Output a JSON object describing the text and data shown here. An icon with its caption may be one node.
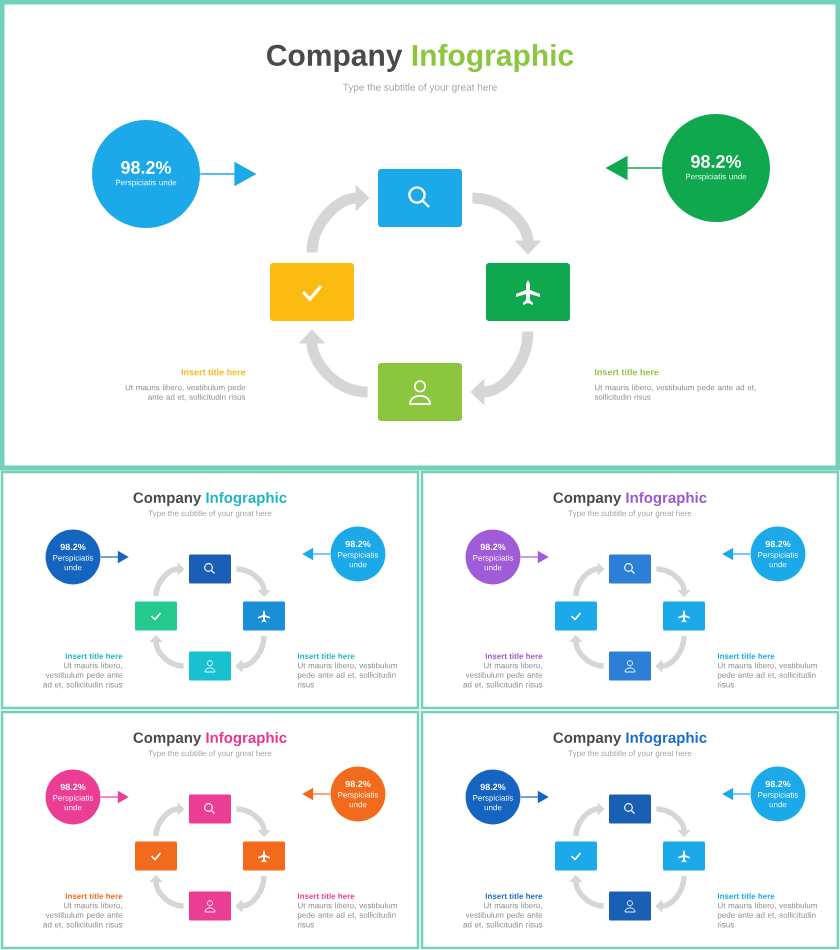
{
  "diagram": {
    "nodes": [
      {
        "text": [
          "98.2%",
          "Perspiciatis unde"
        ]
      },
      {
        "text": [
          "98.2%",
          "Perspiciatis unde"
        ]
      },
      {
        "text": [],
        "shape": "box"
      },
      {
        "text": [],
        "shape": "box"
      },
      {
        "text": [],
        "shape": "box"
      },
      {
        "text": [],
        "shape": "box"
      },
      {
        "text": [
          "98.2%",
          "Perspiciatis unde"
        ]
      },
      {
        "text": [
          "98.2%",
          "Perspiciatis unde"
        ]
      },
      {
        "text": [],
        "shape": "box"
      },
      {
        "text": [],
        "shape": "box"
      },
      {
        "text": [],
        "shape": "box"
      },
      {
        "text": [],
        "shape": "box"
      },
      {
        "text": [
          "98.2%",
          "Perspiciatis unde"
        ]
      },
      {
        "text": [
          "98.2%",
          "Perspiciatis unde"
        ]
      },
      {
        "text": [],
        "shape": "box"
      },
      {
        "text": [],
        "shape": "box"
      },
      {
        "text": [],
        "shape": "box"
      },
      {
        "text": [],
        "shape": "box"
      },
      {
        "text": [
          "98.2%",
          "Perspiciatis unde"
        ]
      },
      {
        "text": [
          "98.2%",
          "Perspiciatis unde"
        ]
      },
      {
        "text": [],
        "shape": "box"
      },
      {
        "text": [],
        "shape": "box"
      },
      {
        "text": [],
        "shape": "box"
      },
      {
        "text": [],
        "shape": "box"
      },
      {
        "text": [
          "98.2%",
          "Perspiciatis unde"
        ]
      },
      {
        "text": [
          "98.2%",
          "Perspiciatis unde"
        ]
      },
      {
        "text": [],
        "shape": "box"
      },
      {
        "text": [],
        "shape": "box"
      },
      {
        "text": [],
        "shape": "box"
      },
      {
        "text": [],
        "shape": "box"
      }
    ],
    "edges": [
      {
        "from": 0,
        "to": null,
        "arrow": "to",
        "color": "#1ba9e9"
      },
      {
        "from": 1,
        "to": null,
        "arrow": "to",
        "color": "#0fa84e"
      },
      {
        "from": 2,
        "to": 4,
        "arrow": "to",
        "style": "thick"
      },
      {
        "from": 4,
        "to": 5,
        "arrow": "to",
        "style": "thick"
      },
      {
        "from": 5,
        "to": 3,
        "arrow": "to",
        "style": "thick"
      },
      {
        "from": 3,
        "to": 2,
        "arrow": "to",
        "style": "thick"
      },
      {
        "from": 6,
        "to": null,
        "arrow": "to",
        "color": "#1565c0"
      },
      {
        "from": 7,
        "to": null,
        "arrow": "to",
        "color": "#1ba9e9"
      },
      {
        "from": 8,
        "to": 10,
        "arrow": "to"
      },
      {
        "from": 10,
        "to": 11,
        "arrow": "to"
      },
      {
        "from": 11,
        "to": 9,
        "arrow": "to"
      },
      {
        "from": 9,
        "to": 8,
        "arrow": "to"
      },
      {
        "from": 12,
        "to": null,
        "arrow": "to",
        "color": "#a05cd8"
      },
      {
        "from": 13,
        "to": null,
        "arrow": "to",
        "color": "#1ba9e9"
      },
      {
        "from": 14,
        "to": 16,
        "arrow": "to"
      },
      {
        "from": 16,
        "to": 17,
        "arrow": "to"
      },
      {
        "from": 17,
        "to": 15,
        "arrow": "to"
      },
      {
        "from": 15,
        "to": 14,
        "arrow": "to"
      },
      {
        "from": 18,
        "to": null,
        "arrow": "to",
        "color": "#ec3d95"
      },
      {
        "from": 19,
        "to": null,
        "arrow": "to",
        "color": "#f26b1d"
      },
      {
        "from": 20,
        "to": 22,
        "arrow": "to"
      },
      {
        "from": 22,
        "to": 23,
        "arrow": "to"
      },
      {
        "from": 23,
        "to": 21,
        "arrow": "to"
      },
      {
        "from": 21,
        "to": 20,
        "arrow": "to"
      },
      {
        "from": 24,
        "to": null,
        "arrow": "to",
        "color": "#1565c0"
      },
      {
        "from": 25,
        "to": null,
        "arrow": "to",
        "color": "#1ba9e9"
      },
      {
        "from": 26,
        "to": 28,
        "arrow": "to"
      },
      {
        "from": 28,
        "to": 29,
        "arrow": "to"
      },
      {
        "from": 29,
        "to": 27,
        "arrow": "to"
      },
      {
        "from": 27,
        "to": 26,
        "arrow": "to"
      }
    ],
    "labels": [
      "Company",
      "Infographic",
      "Type the subtitle of your great here",
      "Insert title here",
      "Ut mauris libero, vestibulum pede ante ad et, sollicitudin risus",
      "Insert title here",
      "Ut mauris libero, vestibulum pede ante ad et, sollicitudin risus",
      "Company",
      "Infographic",
      "Type the subtitle of your great here",
      "Insert title here",
      "Ut mauris libero, vestibulum pede ante ad et, sollicitudin risus",
      "Insert title here",
      "Ut mauris libero, vestibulum pede ante ad et, sollicitudin risus",
      "Company",
      "Infographic",
      "Type the subtitle of your great here",
      "Insert title here",
      "Ut mauris libero, vestibulum pede ante ad et, sollicitudin risus",
      "Insert title here",
      "Ut mauris libero, vestibulum pede ante ad et, sollicitudin risus",
      "Company",
      "Infographic",
      "Type the subtitle of your great here",
      "Insert title here",
      "Ut mauris libero, vestibulum pede ante ad et, sollicitudin risus",
      "Insert title here",
      "Ut mauris libero, vestibulum pede ante ad et, sollicitudin risus",
      "Company",
      "Infographic",
      "Type the subtitle of your great here",
      "Insert title here",
      "Ut mauris libero, vestibulum pede ante ad et, sollicitudin risus",
      "Insert title here",
      "Ut mauris libero, vestibulum pede ante ad et, sollicitudin risus"
    ]
  }
}
